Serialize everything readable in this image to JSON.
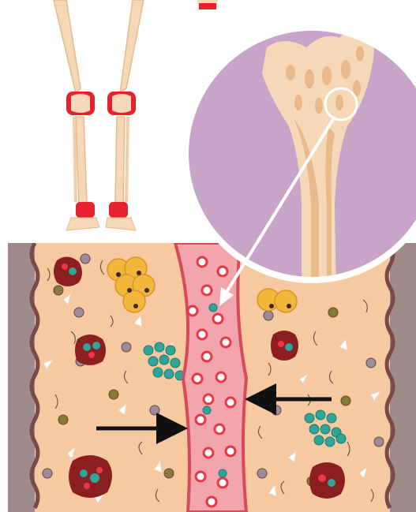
{
  "colors": {
    "background": "#ffffff",
    "bone": "#f5d8b8",
    "bone_shade": "#e8b98a",
    "joint_highlight": "#e8222c",
    "magnifier": "#c8a4c8",
    "magnifier_ring": "#ffffff",
    "marrow_tissue": "#f7c9a0",
    "cortical_bone": "#9e8a8a",
    "endosteum_wave": "#7a4a4a",
    "vessel_wall": "#d64a5a",
    "vessel_lumen": "#f3a5ad",
    "red_blood_cell": "#e83848",
    "stem_cell_teal": "#2fa59a",
    "adipocyte": "#f2b63a",
    "megakaryocyte": "#8b1e1e",
    "arrow": "#111111"
  },
  "icons": {
    "skeleton_legs": "skeleton-legs-illustration",
    "magnifier": "magnifier-circle",
    "zoom_pointer": "zoom-pointer-arrow",
    "migration_arrows": "migration-arrow-icon"
  }
}
